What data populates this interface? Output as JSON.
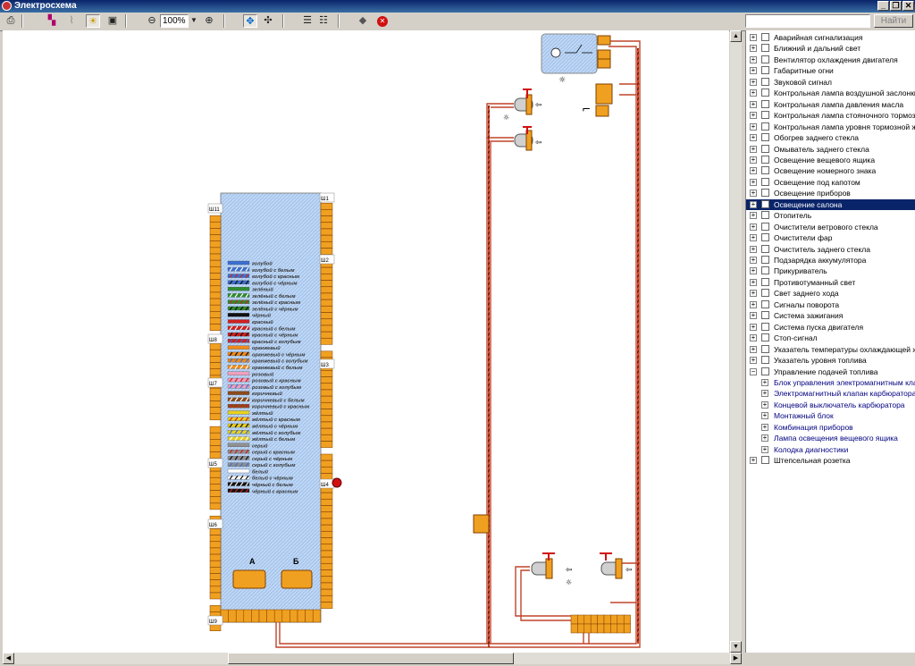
{
  "window": {
    "title": "Электросхема"
  },
  "toolbar": {
    "zoom_value": "100%"
  },
  "search": {
    "value": "",
    "button_label": "Найти"
  },
  "block": {
    "label_a": "А",
    "label_b": "Б"
  },
  "connectors": {
    "left": [
      "Ш11",
      "Ш8",
      "Ш7",
      "Ш5",
      "Ш6",
      "Ш9"
    ],
    "right": [
      "Ш1",
      "Ш2",
      "Ш3",
      "Ш4"
    ]
  },
  "legend": [
    {
      "label": "голубой",
      "color": "#3b6fd0",
      "stripe": ""
    },
    {
      "label": "голубой с белым",
      "color": "#3b6fd0",
      "stripe": "#ffffff"
    },
    {
      "label": "голубой с красным",
      "color": "#3b6fd0",
      "stripe": "#d02020"
    },
    {
      "label": "голубой с чёрным",
      "color": "#3b6fd0",
      "stripe": "#111111"
    },
    {
      "label": "зелёный",
      "color": "#2e8b2e",
      "stripe": ""
    },
    {
      "label": "зелёный с белым",
      "color": "#2e8b2e",
      "stripe": "#ffffff"
    },
    {
      "label": "зелёный с красным",
      "color": "#2e8b2e",
      "stripe": "#d02020"
    },
    {
      "label": "зелёный с чёрным",
      "color": "#2e8b2e",
      "stripe": "#111111"
    },
    {
      "label": "чёрный",
      "color": "#111111",
      "stripe": ""
    },
    {
      "label": "красный",
      "color": "#d02020",
      "stripe": ""
    },
    {
      "label": "красный с белым",
      "color": "#d02020",
      "stripe": "#ffffff"
    },
    {
      "label": "красный с чёрным",
      "color": "#d02020",
      "stripe": "#111111"
    },
    {
      "label": "красный с голубым",
      "color": "#d02020",
      "stripe": "#3b6fd0"
    },
    {
      "label": "оранжевый",
      "color": "#f08a1a",
      "stripe": ""
    },
    {
      "label": "оранжевый с чёрным",
      "color": "#f08a1a",
      "stripe": "#111111"
    },
    {
      "label": "оранжевый с голубым",
      "color": "#f08a1a",
      "stripe": "#3b6fd0"
    },
    {
      "label": "оранжевый с белым",
      "color": "#f08a1a",
      "stripe": "#ffffff"
    },
    {
      "label": "розовый",
      "color": "#f0a0c0",
      "stripe": ""
    },
    {
      "label": "розовый с красным",
      "color": "#f0a0c0",
      "stripe": "#d02020"
    },
    {
      "label": "розовый с голубым",
      "color": "#f0a0c0",
      "stripe": "#3b6fd0"
    },
    {
      "label": "коричневый",
      "color": "#8b4a1a",
      "stripe": ""
    },
    {
      "label": "коричневый с белым",
      "color": "#8b4a1a",
      "stripe": "#ffffff"
    },
    {
      "label": "коричневый с красным",
      "color": "#8b4a1a",
      "stripe": "#d02020"
    },
    {
      "label": "жёлтый",
      "color": "#e8d020",
      "stripe": ""
    },
    {
      "label": "жёлтый с красным",
      "color": "#e8d020",
      "stripe": "#d02020"
    },
    {
      "label": "жёлтый с чёрным",
      "color": "#e8d020",
      "stripe": "#111111"
    },
    {
      "label": "жёлтый с голубым",
      "color": "#e8d020",
      "stripe": "#3b6fd0"
    },
    {
      "label": "жёлтый с белым",
      "color": "#e8d020",
      "stripe": "#ffffff"
    },
    {
      "label": "серый",
      "color": "#909090",
      "stripe": ""
    },
    {
      "label": "серый с красным",
      "color": "#909090",
      "stripe": "#d02020"
    },
    {
      "label": "серый с чёрным",
      "color": "#909090",
      "stripe": "#111111"
    },
    {
      "label": "серый с голубым",
      "color": "#909090",
      "stripe": "#3b6fd0"
    },
    {
      "label": "белый",
      "color": "#ffffff",
      "stripe": ""
    },
    {
      "label": "белый с чёрным",
      "color": "#ffffff",
      "stripe": "#111111"
    },
    {
      "label": "чёрный с белым",
      "color": "#111111",
      "stripe": "#ffffff"
    },
    {
      "label": "чёрный с красным",
      "color": "#111111",
      "stripe": "#d02020"
    }
  ],
  "tree": [
    {
      "label": "Аварийная сигнализация",
      "exp": "+",
      "checked": false
    },
    {
      "label": "Ближний и дальний свет",
      "exp": "+",
      "checked": false
    },
    {
      "label": "Вентилятор охлаждения двигателя",
      "exp": "+",
      "checked": false
    },
    {
      "label": "Габаритные огни",
      "exp": "+",
      "checked": false
    },
    {
      "label": "Звуковой сигнал",
      "exp": "+",
      "checked": false
    },
    {
      "label": "Контрольная лампа воздушной заслонки к",
      "exp": "+",
      "checked": false
    },
    {
      "label": "Контрольная лампа давления масла",
      "exp": "+",
      "checked": false
    },
    {
      "label": "Контрольная лампа стояночного тормоза",
      "exp": "+",
      "checked": false
    },
    {
      "label": "Контрольная лампа уровня тормозной жи",
      "exp": "+",
      "checked": false
    },
    {
      "label": "Обогрев заднего стекла",
      "exp": "+",
      "checked": false
    },
    {
      "label": "Омыватель заднего стекла",
      "exp": "+",
      "checked": false
    },
    {
      "label": "Освещение вещевого ящика",
      "exp": "+",
      "checked": false
    },
    {
      "label": "Освещение номерного знака",
      "exp": "+",
      "checked": false
    },
    {
      "label": "Освещение под капотом",
      "exp": "+",
      "checked": false
    },
    {
      "label": "Освещение приборов",
      "exp": "+",
      "checked": false
    },
    {
      "label": "Освещение салона",
      "exp": "+",
      "checked": true,
      "selected": true
    },
    {
      "label": "Отопитель",
      "exp": "+",
      "checked": false
    },
    {
      "label": "Очистители ветрового стекла",
      "exp": "+",
      "checked": false
    },
    {
      "label": "Очистители фар",
      "exp": "+",
      "checked": false
    },
    {
      "label": "Очиститель заднего стекла",
      "exp": "+",
      "checked": false
    },
    {
      "label": "Подзарядка аккумулятора",
      "exp": "+",
      "checked": false
    },
    {
      "label": "Прикуриватель",
      "exp": "+",
      "checked": false
    },
    {
      "label": "Противотуманный свет",
      "exp": "+",
      "checked": false
    },
    {
      "label": "Свет заднего хода",
      "exp": "+",
      "checked": false
    },
    {
      "label": "Сигналы поворота",
      "exp": "+",
      "checked": false
    },
    {
      "label": "Система зажигания",
      "exp": "+",
      "checked": false
    },
    {
      "label": "Система пуска двигателя",
      "exp": "+",
      "checked": false
    },
    {
      "label": "Стоп-сигнал",
      "exp": "+",
      "checked": false
    },
    {
      "label": "Указатель температуры охлаждающей жи",
      "exp": "+",
      "checked": false
    },
    {
      "label": "Указатель уровня топлива",
      "exp": "+",
      "checked": false
    },
    {
      "label": "Управление подачей топлива",
      "exp": "−",
      "checked": false
    },
    {
      "label": "Блок управления электромагнитным клап",
      "exp": "+",
      "child": true
    },
    {
      "label": "Электромагнитный клапан карбюратора",
      "exp": "+",
      "child": true
    },
    {
      "label": "Концевой выключатель карбюратора",
      "exp": "+",
      "child": true
    },
    {
      "label": "Монтажный блок",
      "exp": "+",
      "child": true
    },
    {
      "label": "Комбинация приборов",
      "exp": "+",
      "child": true
    },
    {
      "label": "Лампа освещения вещевого ящика",
      "exp": "+",
      "child": true
    },
    {
      "label": "Колодка диагностики",
      "exp": "+",
      "child": true
    },
    {
      "label": "Штепсельная розетка",
      "exp": "+",
      "checked": false
    }
  ]
}
